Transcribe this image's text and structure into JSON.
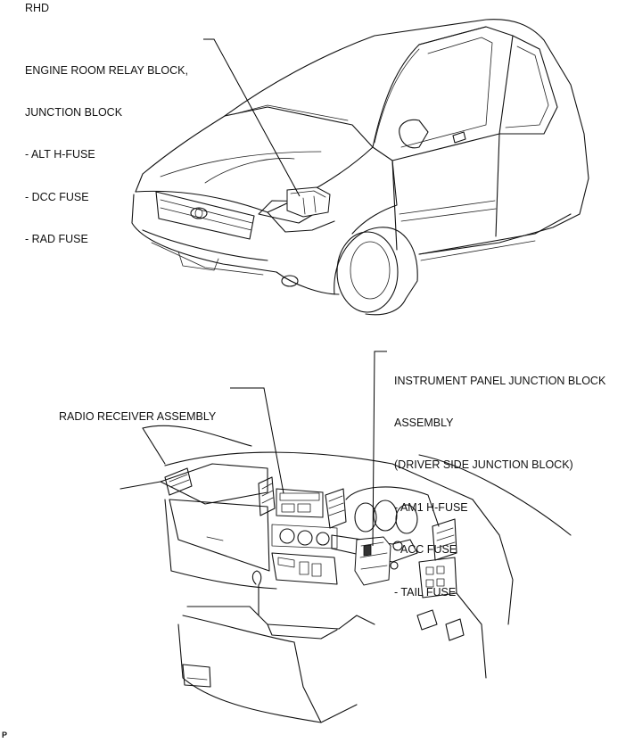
{
  "header": {
    "drive_label": "RHD"
  },
  "footer": {
    "mark": "P"
  },
  "callouts": {
    "engine_room": {
      "lines": [
        "ENGINE ROOM RELAY BLOCK,",
        "JUNCTION BLOCK",
        "- ALT H-FUSE",
        "- DCC FUSE",
        "- RAD FUSE"
      ]
    },
    "radio": {
      "lines": [
        "RADIO RECEIVER ASSEMBLY"
      ]
    },
    "instrument_panel": {
      "lines": [
        "INSTRUMENT PANEL JUNCTION BLOCK",
        "ASSEMBLY",
        "(DRIVER SIDE JUNCTION BLOCK)",
        "- AM1 H-FUSE",
        "- ACC FUSE",
        "- TAIL FUSE"
      ]
    }
  }
}
